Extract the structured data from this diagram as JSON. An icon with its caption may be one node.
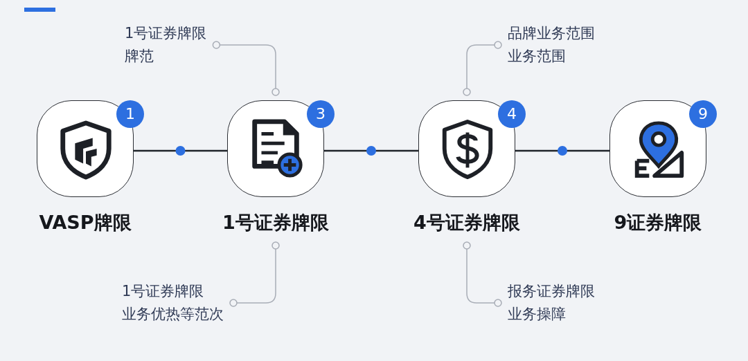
{
  "diagram": {
    "nodes": [
      {
        "text": [
          "1",
          "VASP牌限"
        ]
      },
      {
        "text": [
          "3",
          "1号证券牌限"
        ]
      },
      {
        "text": [
          "4",
          "4号证券牌限"
        ]
      },
      {
        "text": [
          "9",
          "9证券牌限"
        ]
      },
      {
        "text": [
          "1号证券牌限牌范"
        ]
      },
      {
        "text": [
          "品牌业务范围业务范围"
        ]
      },
      {
        "text": [
          "1号证券牌限业务优热等范次"
        ]
      },
      {
        "text": [
          "报务证券牌限业务操障"
        ]
      }
    ],
    "edges": [
      {
        "from": 0,
        "to": 1,
        "arrow": "none",
        "color": "#1f2329"
      },
      {
        "from": 1,
        "to": 2,
        "arrow": "none",
        "color": "#1f2329"
      },
      {
        "from": 2,
        "to": 3,
        "arrow": "none",
        "color": "#1f2329"
      },
      {
        "from": 4,
        "to": 1,
        "arrow": "other"
      },
      {
        "from": 5,
        "to": 2,
        "arrow": "other"
      },
      {
        "from": 6,
        "to": 1,
        "arrow": "other"
      },
      {
        "from": 7,
        "to": 2,
        "arrow": "other"
      }
    ]
  }
}
